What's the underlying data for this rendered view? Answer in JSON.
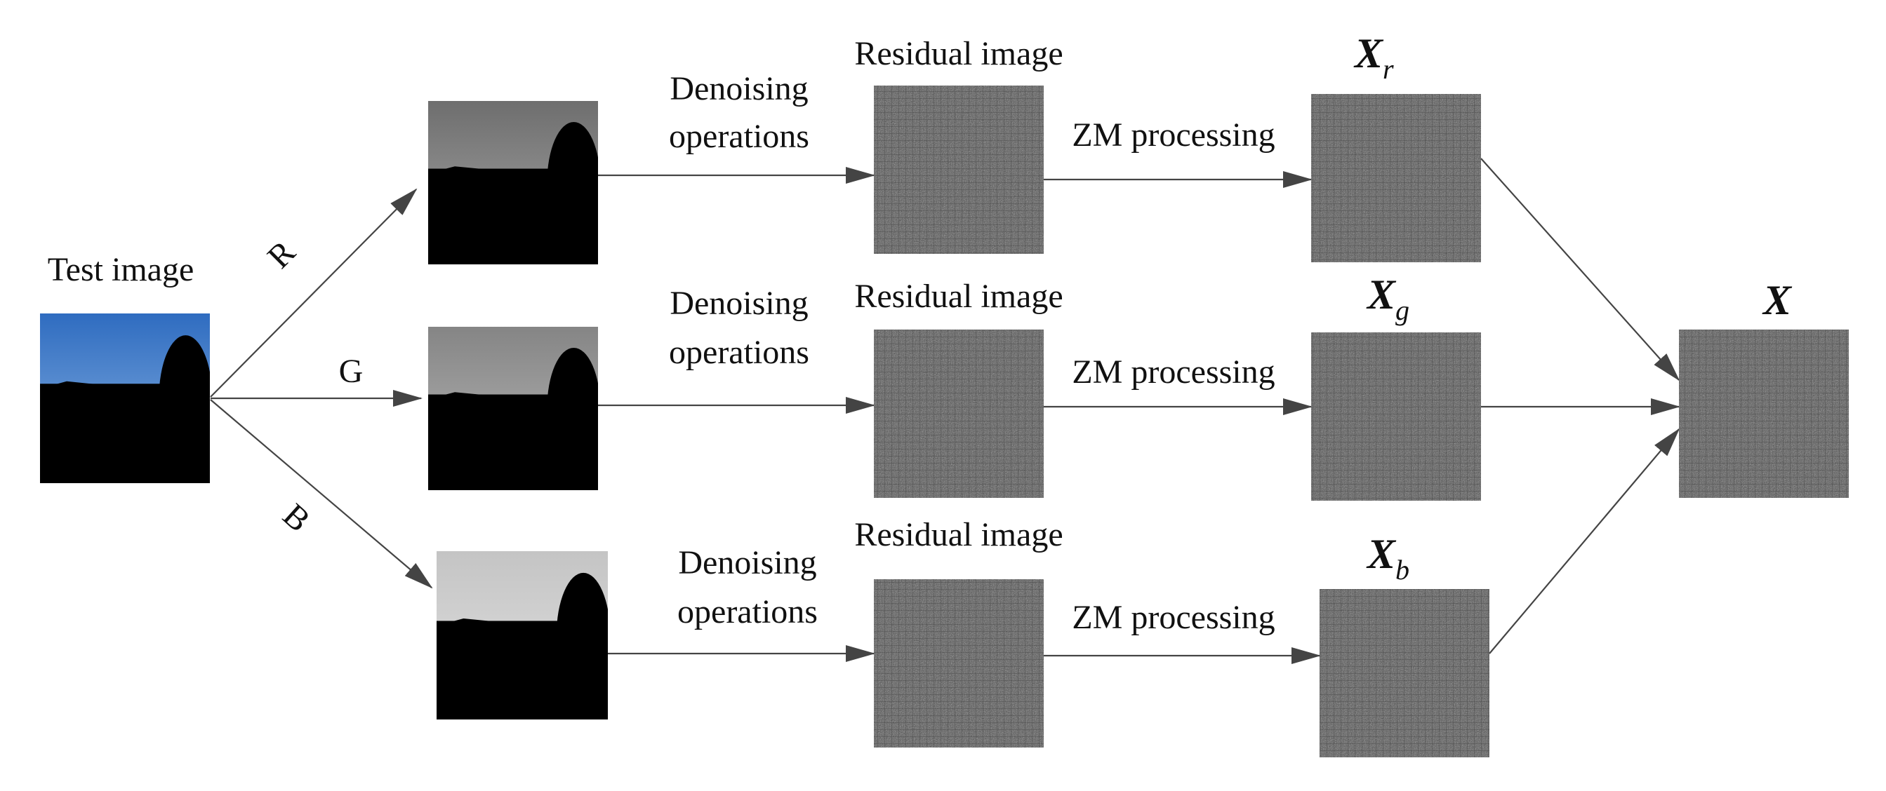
{
  "input": {
    "title": "Test image"
  },
  "channels": [
    {
      "id": "r",
      "branch_label": "R",
      "denoise_line1": "Denoising",
      "denoise_line2": "operations",
      "residual_label": "Residual image",
      "zm_label": "ZM processing",
      "var_symbol": "X",
      "var_subscript": "r"
    },
    {
      "id": "g",
      "branch_label": "G",
      "denoise_line1": "Denoising",
      "denoise_line2": "operations",
      "residual_label": "Residual image",
      "zm_label": "ZM processing",
      "var_symbol": "X",
      "var_subscript": "g"
    },
    {
      "id": "b",
      "branch_label": "B",
      "denoise_line1": "Denoising",
      "denoise_line2": "operations",
      "residual_label": "Residual image",
      "zm_label": "ZM processing",
      "var_symbol": "X",
      "var_subscript": "b"
    }
  ],
  "output": {
    "symbol": "X"
  },
  "colors": {
    "arrow": "#444444",
    "noise_base": "#555555",
    "sky": "#3d78c8",
    "grass": "#5f9a2e",
    "building": "#a8463a",
    "tree": "#4f7a22"
  }
}
